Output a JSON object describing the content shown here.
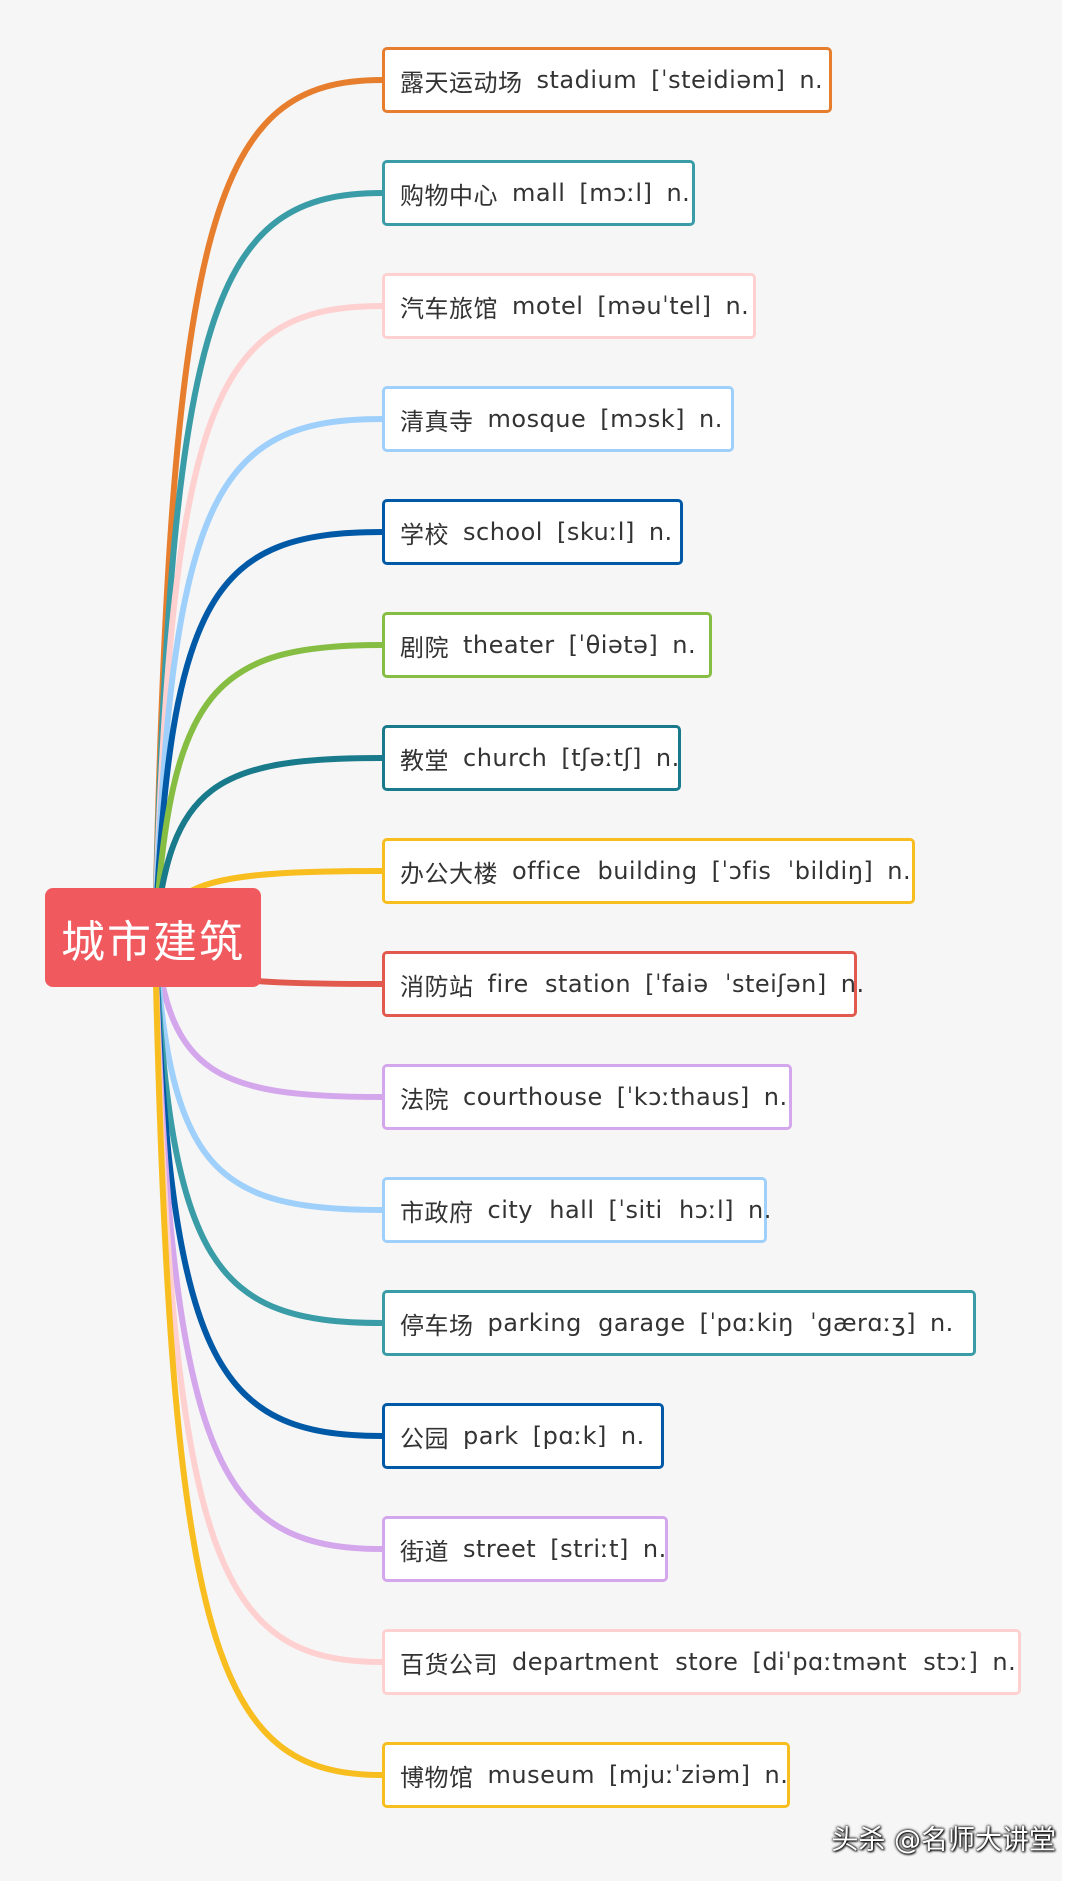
{
  "root": {
    "label": "城市建筑",
    "color": "#f05a5f"
  },
  "nodes": [
    {
      "zh": "露天运动场",
      "en": "stadium",
      "ipa": "[ˈsteidiəm]",
      "pos": "n.",
      "color": "#e67e2e"
    },
    {
      "zh": "购物中心",
      "en": "mall",
      "ipa": "[mɔːl]",
      "pos": "n.",
      "color": "#3a9ca6"
    },
    {
      "zh": "汽车旅馆",
      "en": "motel",
      "ipa": "[məuˈtel]",
      "pos": "n.",
      "color": "#ffd0d0"
    },
    {
      "zh": "清真寺",
      "en": "mosque",
      "ipa": "[mɔsk]",
      "pos": "n.",
      "color": "#9fd0fb"
    },
    {
      "zh": "学校",
      "en": "school",
      "ipa": "[skuːl]",
      "pos": "n.",
      "color": "#0059a6"
    },
    {
      "zh": "剧院",
      "en": "theater",
      "ipa": "[ˈθiətə]",
      "pos": "n.",
      "color": "#86bd43"
    },
    {
      "zh": "教堂",
      "en": "church",
      "ipa": "[tʃəːtʃ]",
      "pos": "n.",
      "color": "#187a8a"
    },
    {
      "zh": "办公大楼",
      "en": "office  building",
      "ipa": "[ˈɔfis  ˈbildiŋ]",
      "pos": "n.",
      "color": "#f8bd1e"
    },
    {
      "zh": "消防站",
      "en": "fire  station",
      "ipa": "[ˈfaiə  ˈsteiʃən]",
      "pos": "n.",
      "color": "#e25a4d"
    },
    {
      "zh": "法院",
      "en": "courthouse",
      "ipa": "[ˈkɔːthaus]",
      "pos": "n.",
      "color": "#d4a6ec"
    },
    {
      "zh": "市政府",
      "en": "city  hall",
      "ipa": "[ˈsiti  hɔːl]",
      "pos": "n.",
      "color": "#9fd0fb"
    },
    {
      "zh": "停车场",
      "en": "parking  garage",
      "ipa": "[ˈpɑːkiŋ  ˈgærɑːʒ]",
      "pos": "n.",
      "color": "#3a9ca6"
    },
    {
      "zh": "公园",
      "en": "park",
      "ipa": "[pɑːk]",
      "pos": "n.",
      "color": "#0059a6"
    },
    {
      "zh": "街道",
      "en": "street",
      "ipa": "[striːt]",
      "pos": "n.",
      "color": "#d4a6ec"
    },
    {
      "zh": "百货公司",
      "en": "department  store",
      "ipa": "[diˈpɑːtmənt  stɔː]",
      "pos": "n.",
      "color": "#ffd0d0"
    },
    {
      "zh": "博物馆",
      "en": "museum",
      "ipa": "[mjuːˈziəm]",
      "pos": "n.",
      "color": "#f8bd1e"
    }
  ],
  "watermark": "头杀 @名师大讲堂"
}
